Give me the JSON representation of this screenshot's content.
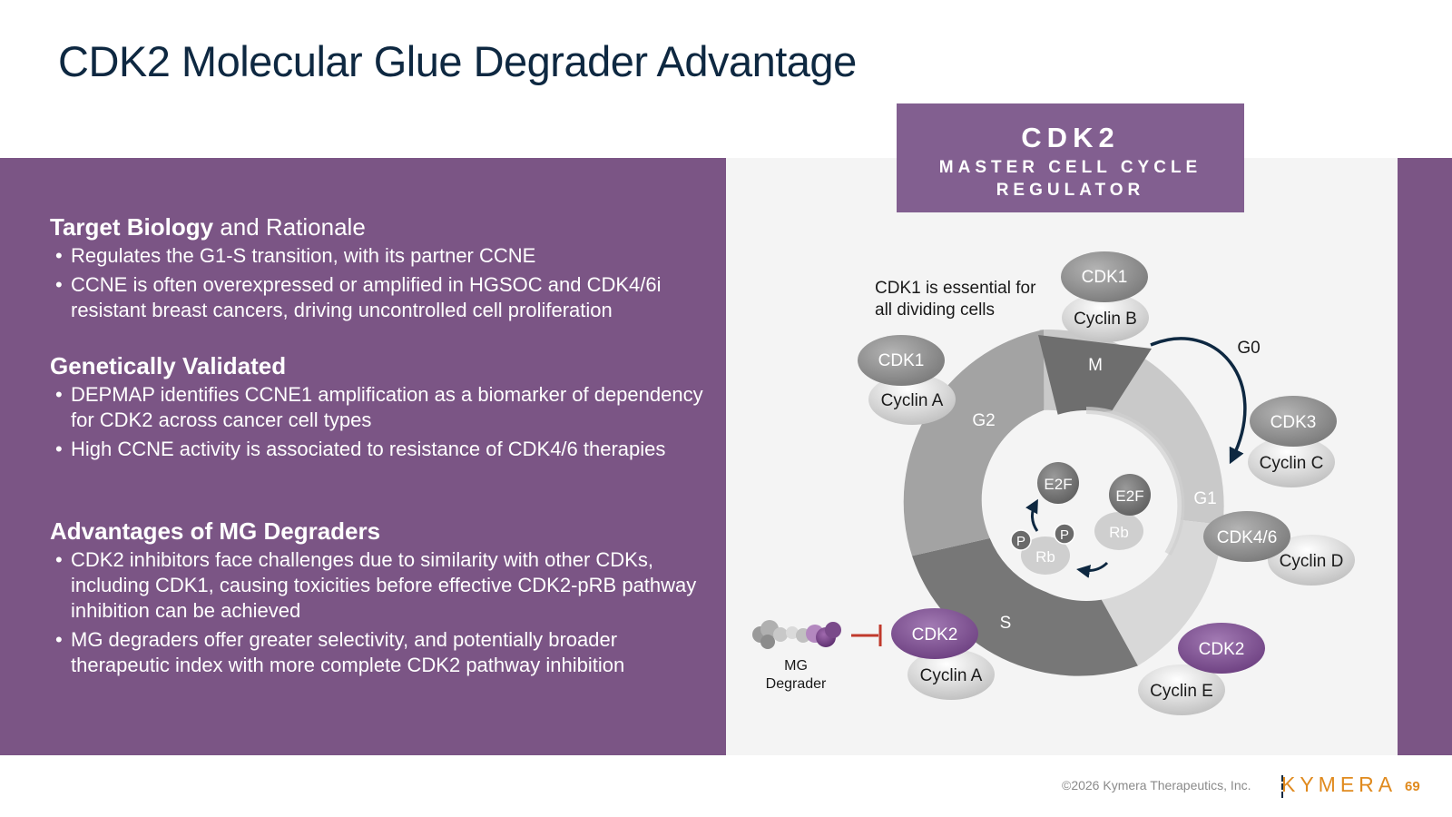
{
  "slide": {
    "title": "CDK2 Molecular Glue Degrader Advantage"
  },
  "left": {
    "sections": [
      {
        "heading_bold": "Target Biology",
        "heading_rest": " and Rationale",
        "bullets": [
          "Regulates the G1-S transition, with its partner CCNE",
          "CCNE is often overexpressed or amplified in HGSOC and CDK4/6i resistant breast cancers, driving uncontrolled cell proliferation"
        ]
      },
      {
        "heading_bold": "Genetically Validated",
        "heading_rest": "",
        "bullets": [
          "DEPMAP identifies CCNE1 amplification as a biomarker of dependency for CDK2 across cancer cell types",
          "High CCNE activity is associated to resistance of CDK4/6 therapies"
        ]
      },
      {
        "heading_bold": "Advantages of MG Degraders",
        "heading_rest": "",
        "bullets": [
          "CDK2 inhibitors face challenges due to similarity with other CDKs, including CDK1, causing toxicities before effective CDK2-pRB pathway inhibition can be achieved",
          "MG degraders offer greater selectivity, and potentially broader therapeutic index with more complete CDK2 pathway inhibition"
        ]
      }
    ]
  },
  "header_box": {
    "line1": "CDK2",
    "line2": "MASTER CELL CYCLE REGULATOR"
  },
  "diagram": {
    "note_line1": "CDK1 is essential for",
    "note_line2": "all dividing cells",
    "phases": {
      "m": "M",
      "g2": "G2",
      "s": "S",
      "g1": "G1",
      "g0": "G0"
    },
    "complexes": {
      "cdk1_top": {
        "cdk": "CDK1",
        "cyclin": "Cyclin B"
      },
      "cdk1_left": {
        "cdk": "CDK1",
        "cyclin": "Cyclin A"
      },
      "cdk3": {
        "cdk": "CDK3",
        "cyclin": "Cyclin C"
      },
      "cdk46": {
        "cdk": "CDK4/6",
        "cyclin": "Cyclin D"
      },
      "cdk2_right": {
        "cdk": "CDK2",
        "cyclin": "Cyclin E"
      },
      "cdk2_left": {
        "cdk": "CDK2",
        "cyclin": "Cyclin A"
      }
    },
    "center": {
      "e2f": "E2F",
      "rb": "Rb",
      "p": "P"
    },
    "degrader_line1": "MG",
    "degrader_line2": "Degrader"
  },
  "footer": {
    "copyright": "©2026 Kymera Therapeutics, Inc.",
    "logo": "KYMERA",
    "page": "69"
  },
  "colors": {
    "purple_panel": "#7b5585",
    "purple_box": "#825f90",
    "cdk2_purple": "#7c4e8e",
    "title_navy": "#0e2841",
    "logo_orange": "#e08a1e"
  }
}
